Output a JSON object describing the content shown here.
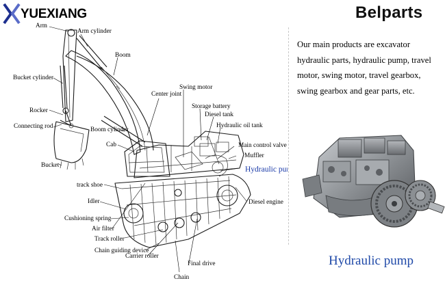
{
  "brand": {
    "left_logo": "YUEXIANG",
    "right_logo": "Belparts"
  },
  "description": [
    "Our main products are excavator",
    "hydraulic parts, hydraulic pump, travel",
    "motor, swing motor, travel gearbox,",
    "swing gearbox and gear parts, etc."
  ],
  "diagram_labels": {
    "arm": "Arm",
    "arm_cylinder": "Arm cylinder",
    "boom": "Boom",
    "bucket_cylinder": "Bucket cylinder",
    "center_joint": "Center joint",
    "swing_motor": "Swing motor",
    "storage_battery": "Storage battery",
    "diesel_tank": "Diesel tank",
    "rocker": "Rocker",
    "hydraulic_oil_tank": "Hydraulic oil tank",
    "connecting_rod": "Connecting rod",
    "boom_cylinder": "Boom cylinder",
    "main_control_valve": "Main control valve",
    "cab": "Cab",
    "muffler": "Muffler",
    "bucket": "Bucket",
    "hydraulic_pump": "Hydraulic pump",
    "track_shoe": "track shoe",
    "idler": "Idler",
    "diesel_engine": "Diesel engine",
    "cushioning_spring": "Cushioning spring",
    "air_filter": "Air filter",
    "track_roller": "Track roller",
    "chain_guiding_device": "Chain guiding device",
    "carrier_roller": "Carrier roller",
    "final_drive": "Final drive",
    "chain": "Chain"
  },
  "product_caption": "Hydraulic pump",
  "colors": {
    "caption_blue": "#1f49a8",
    "logo_blue": "#1d2f8f",
    "pump_gray": "#8e9296"
  }
}
